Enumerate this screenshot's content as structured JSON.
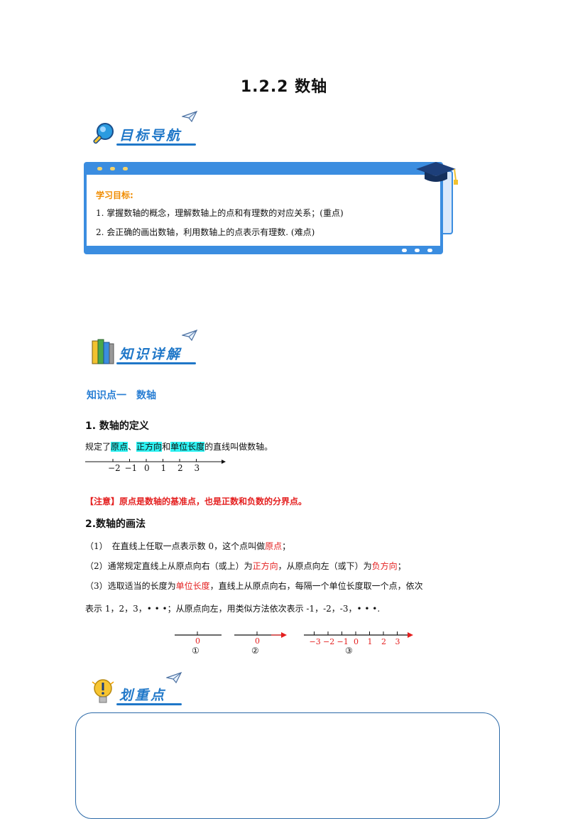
{
  "title": "1.2.2 数轴",
  "section1": {
    "title": "目标导航"
  },
  "goals": {
    "label": "学习目标:",
    "items": [
      "1.  掌握数轴的概念，理解数轴上的点和有理数的对应关系；(重点)",
      "2.  会正确的画出数轴，利用数轴上的点表示有理数. (难点)"
    ]
  },
  "section2": {
    "title": "知识详解"
  },
  "knowledge": {
    "title": "知识点一　数轴",
    "def_heading": "1.  数轴的定义",
    "def_text": {
      "p1": "规定了",
      "hl1": "原点",
      "p2": "、",
      "hl2": "正方向",
      "p3": "和",
      "hl3": "单位长度",
      "p4": "的直线叫做数轴。"
    },
    "axis1_labels": [
      "−2",
      "−1",
      "0",
      "1",
      "2",
      "3"
    ],
    "note": "【注意】原点是数轴的基准点，也是正数和负数的分界点。",
    "draw_heading": "2.数轴的画法",
    "step1": {
      "a": "（1）　在直线上任取一点表示数 0，这个点叫做",
      "r": "原点",
      "b": "；"
    },
    "step2": {
      "a": "（2）通常规定直线上从原点向右（或上）为",
      "r1": "正方向",
      "b": "，从原点向左（或下）为",
      "r2": "负方向",
      "c": "；"
    },
    "step3": {
      "a": "（3）选取适当的长度为",
      "r": "单位长度",
      "b": "，直线上从原点向右，每隔一个单位长度取一个点，依次"
    },
    "step3_cont": "表示 1，2，3，• • •；从原点向左，用类似方法依次表示 -1，-2，-3，• • •.",
    "fig_labels": {
      "zero": "0",
      "c1": "①",
      "c2": "②",
      "c3": "③"
    },
    "axis3_labels": [
      "−3",
      "−2",
      "−1",
      "0",
      "1",
      "2",
      "3"
    ]
  },
  "section3": {
    "title": "划重点"
  },
  "colors": {
    "accent": "#1f77c8",
    "highlight": "#2ef2f2",
    "red": "#e41f1f",
    "card_border": "#3b8de0"
  }
}
